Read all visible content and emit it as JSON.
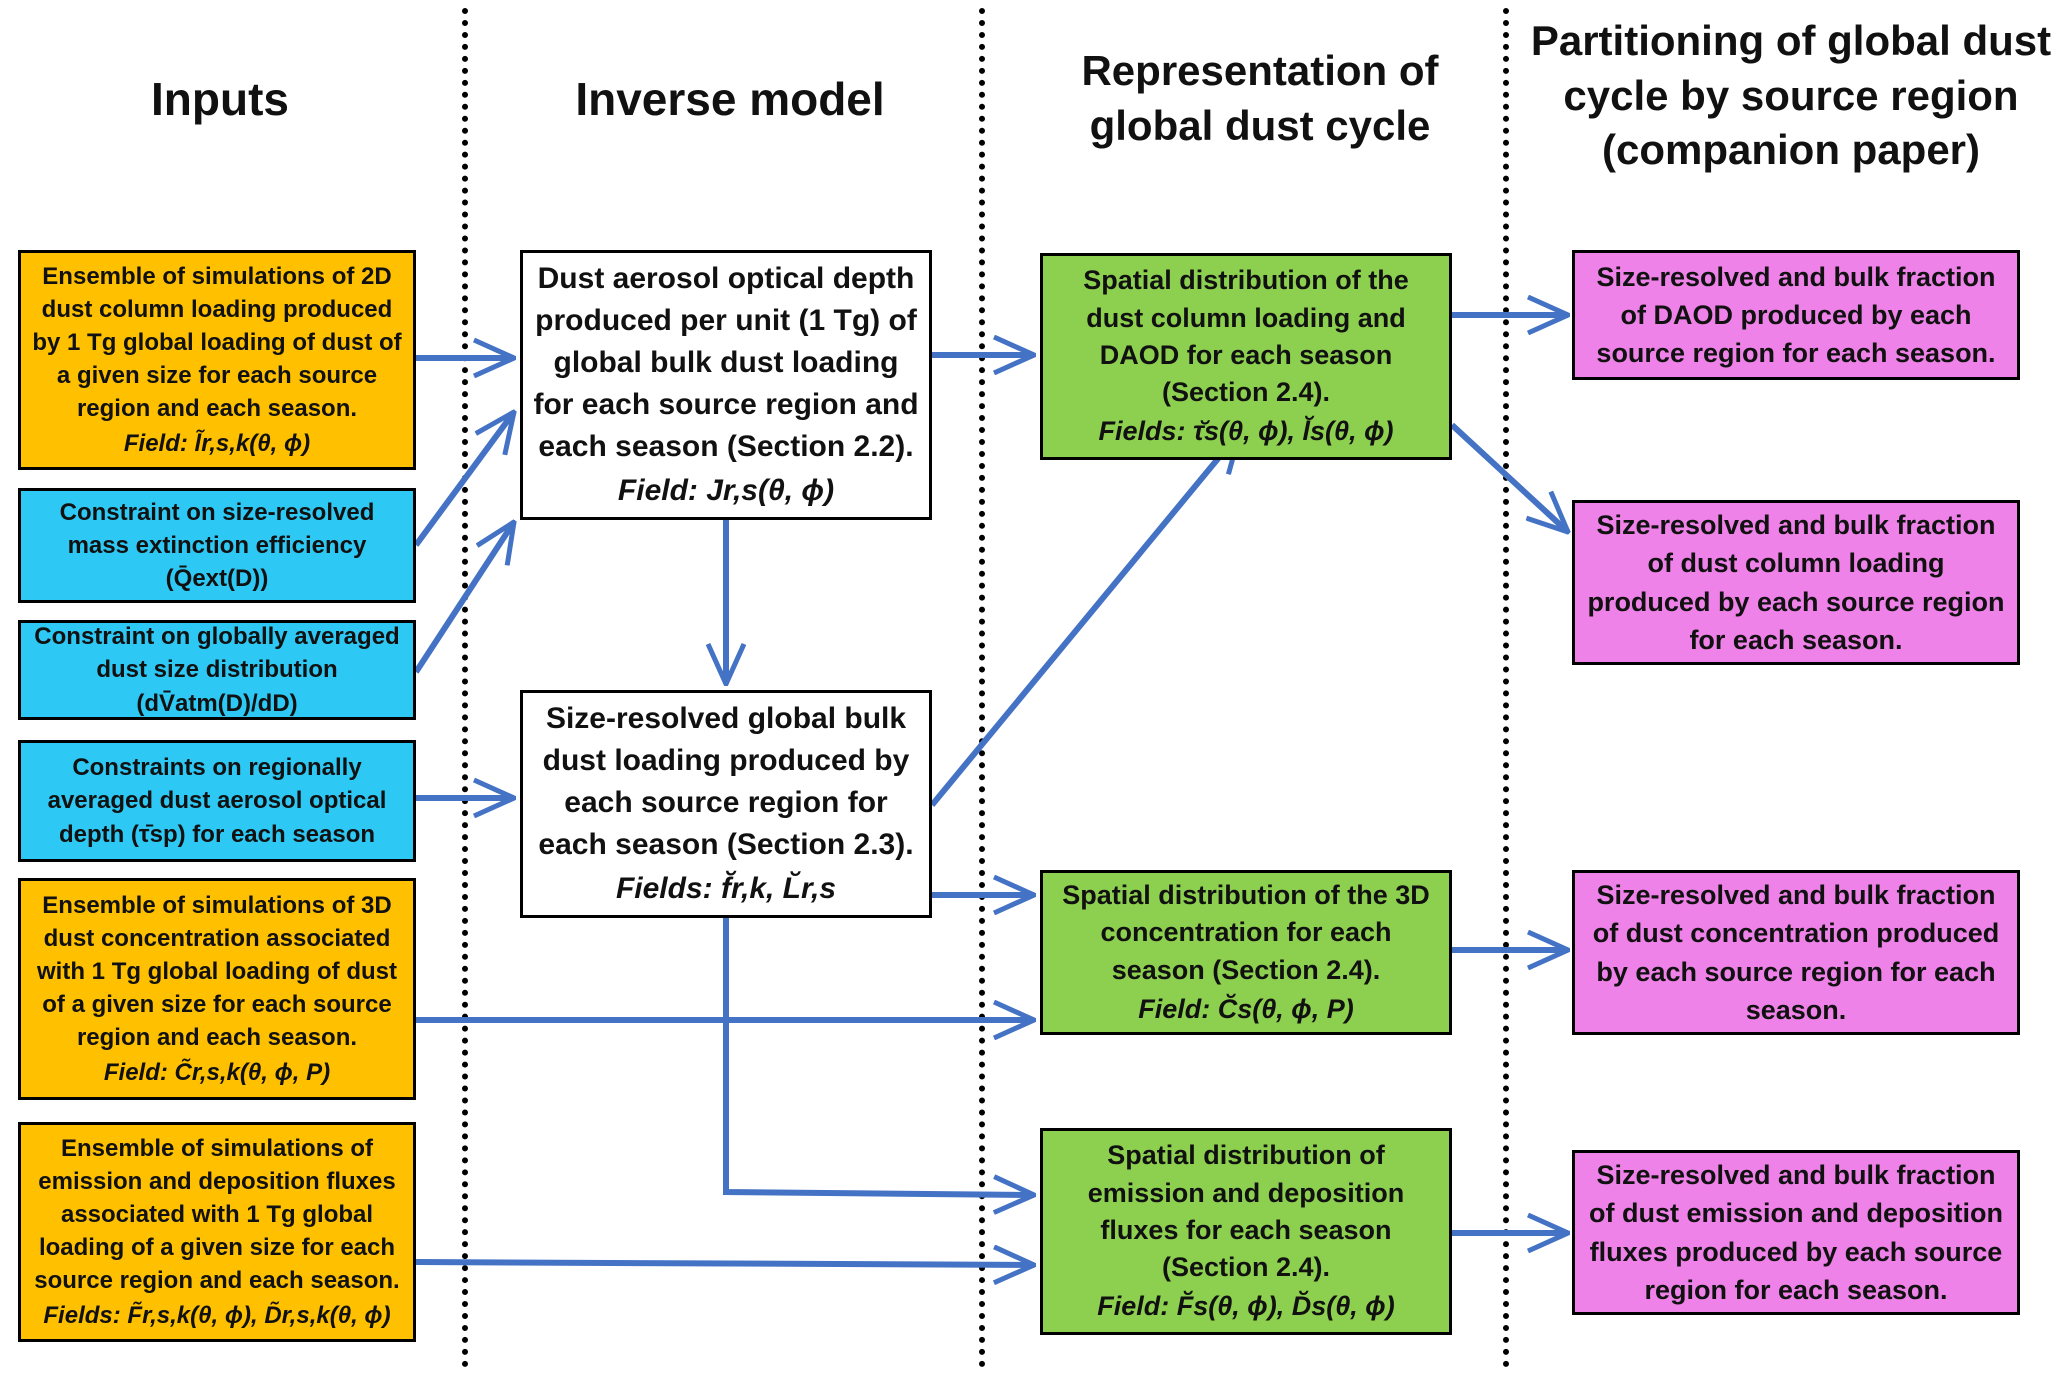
{
  "colors": {
    "input_orange": "#FFC000",
    "input_blue": "#2EC8F5",
    "model_white": "#FFFFFF",
    "rep_green": "#8DD04F",
    "part_magenta": "#EE82E8",
    "arrow_blue": "#4472C4",
    "border": "#000000"
  },
  "columns": {
    "inputs": "Inputs",
    "inverse_model": "Inverse model",
    "representation": "Representation of\nglobal dust cycle",
    "partitioning": "Partitioning of global dust\ncycle by source region\n(companion paper)"
  },
  "inputs": [
    {
      "text": "Ensemble of simulations of 2D\ndust column loading produced\nby 1 Tg global loading of dust of\na given size for each source\nregion and each season.",
      "field": "Field: l̃r,s,k(θ, ϕ)"
    },
    {
      "text": "Constraint on size-resolved\nmass extinction efficiency\n(Q̄ext(D))",
      "field": ""
    },
    {
      "text": "Constraint on globally averaged\ndust size distribution (dV̄atm(D)/dD)",
      "field": ""
    },
    {
      "text": "Constraints on regionally\naveraged dust aerosol optical\ndepth (τ̄sp) for each season",
      "field": ""
    },
    {
      "text": "Ensemble of simulations of 3D\ndust concentration associated\nwith 1 Tg global loading of dust\nof a given size for each source\nregion and each season.",
      "field": "Field: C̃r,s,k(θ, ϕ, P)"
    },
    {
      "text": "Ensemble of simulations of\nemission and deposition fluxes\nassociated with 1 Tg global\nloading of a given size for each\nsource region and each season.",
      "field": "Fields: F̃r,s,k(θ, ϕ), D̃r,s,k(θ, ϕ)"
    }
  ],
  "model": [
    {
      "text": "Dust aerosol optical depth\nproduced per unit (1 Tg) of\nglobal bulk dust loading\nfor each source region and\neach season (Section 2.2).",
      "field": "Field: Jr,s(θ, ϕ)"
    },
    {
      "text": "Size-resolved global bulk\ndust loading produced by\neach source region for\neach season (Section 2.3).",
      "field": "Fields: f̆r,k, L̆r,s"
    }
  ],
  "representation": [
    {
      "text": "Spatial distribution of the\ndust column loading and\nDAOD for each season\n(Section 2.4).",
      "field": "Fields: τ̆s(θ, ϕ), l̆s(θ, ϕ)"
    },
    {
      "text": "Spatial distribution of the 3D\nconcentration for each\nseason (Section 2.4).",
      "field": "Field: C̆s(θ, ϕ, P)"
    },
    {
      "text": "Spatial distribution of\nemission and deposition\nfluxes for each season\n(Section 2.4).",
      "field": "Field: F̆s(θ, ϕ), D̆s(θ, ϕ)"
    }
  ],
  "partitioning": [
    {
      "text": "Size-resolved and bulk fraction\nof DAOD produced by each\nsource region for each season."
    },
    {
      "text": "Size-resolved and bulk fraction\nof dust column loading\nproduced by each source region\nfor each season."
    },
    {
      "text": "Size-resolved and bulk fraction\nof dust concentration produced\nby each source region for each\nseason."
    },
    {
      "text": "Size-resolved and bulk fraction\nof dust emission and deposition\nfluxes produced by each source\nregion for each season."
    }
  ]
}
